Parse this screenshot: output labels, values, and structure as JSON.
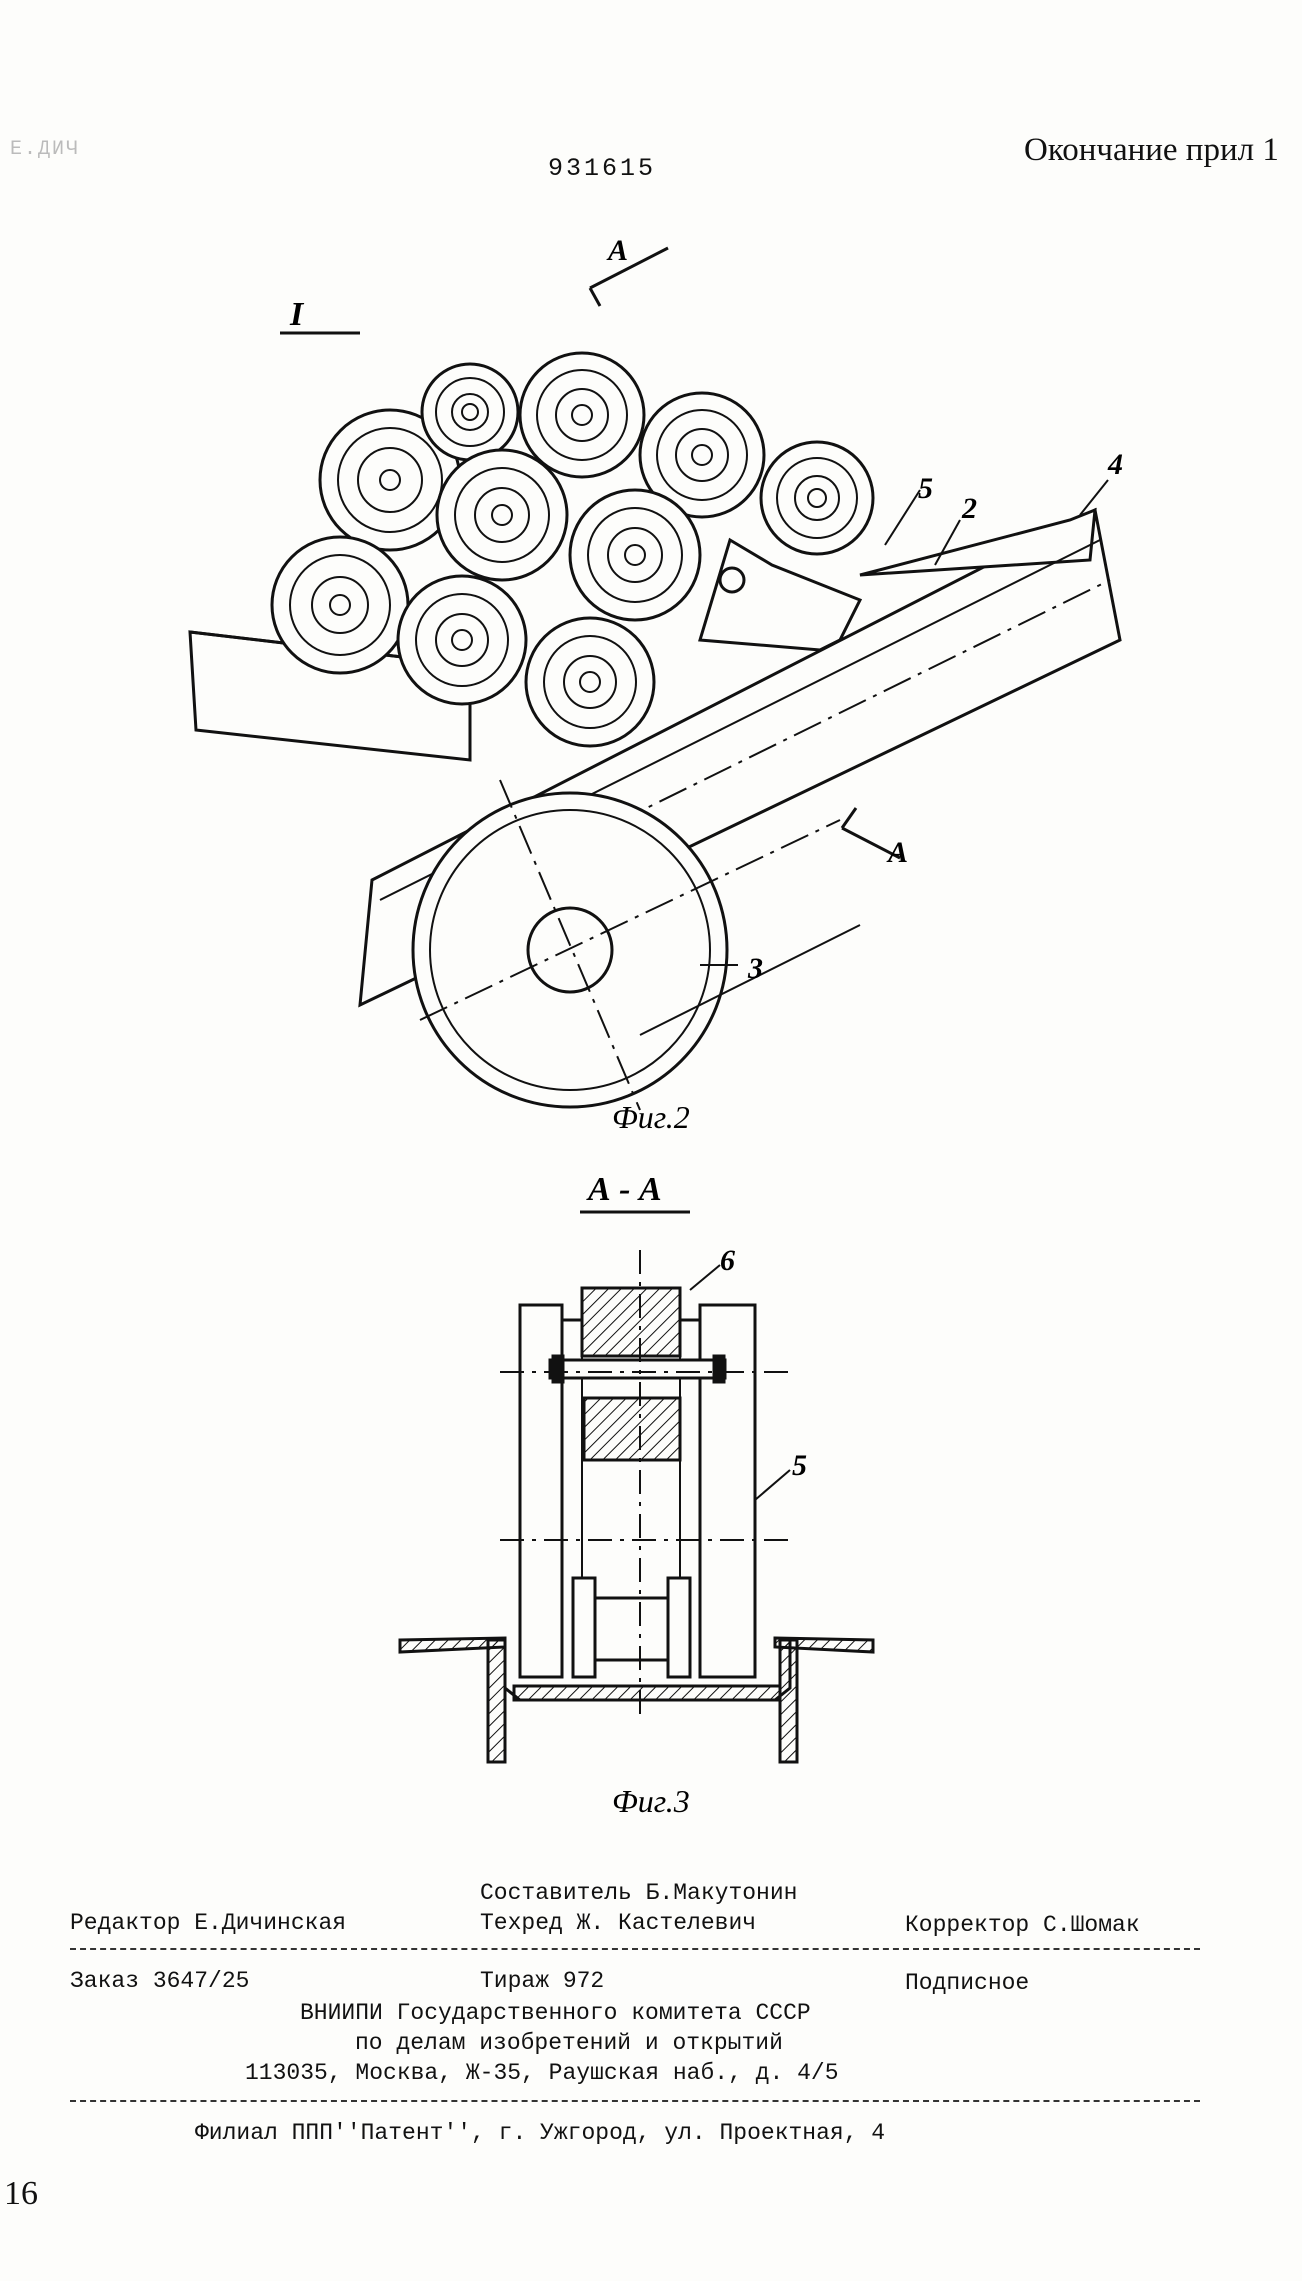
{
  "header": {
    "patent_number": "931615",
    "note": "Окончание прил 1",
    "smudge": "Е.ДИЧ"
  },
  "figure2": {
    "section_mark_top": "А",
    "section_mark_bottom": "А",
    "detail_mark": "I",
    "labels": {
      "l2": "2",
      "l3": "3",
      "l4": "4",
      "l5": "5"
    },
    "caption": "Фиг.2"
  },
  "figure3": {
    "title": "А - А",
    "labels": {
      "l5": "5",
      "l6": "6"
    },
    "caption": "Фиг.3"
  },
  "imprint": {
    "compiler": "Составитель Б.Макутонин",
    "editor": "Редактор Е.Дичинская",
    "techred": "Техред Ж. Кастелевич",
    "corrector": "Корректор С.Шомак",
    "order": "Заказ 3647/25",
    "circulation": "Тираж 972",
    "subscription": "Подписное",
    "org_line1": "ВНИИПИ Государственного комитета СССР",
    "org_line2": "по делам изобретений и открытий",
    "address": "113035, Москва, Ж-35, Раушская наб., д. 4/5",
    "branch": "Филиал ППП''Патент'', г. Ужгород, ул. Проектная, 4"
  },
  "page_number": "16"
}
